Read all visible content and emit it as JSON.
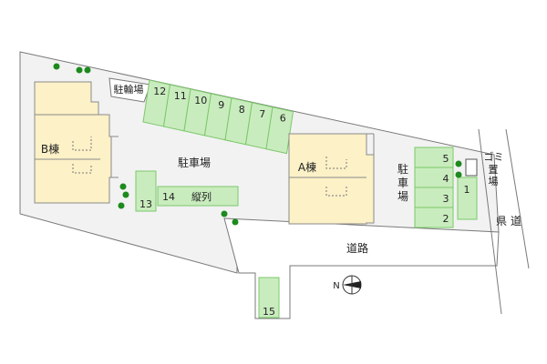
{
  "buildings": {
    "a_label": "A棟",
    "b_label": "B棟"
  },
  "labels": {
    "bicycle_parking": "駐輪場",
    "parking_main": "駐車場",
    "parking_right_chars": [
      "駐",
      "車",
      "場"
    ],
    "garbage_chars": [
      "ゴ",
      "ミ",
      "置",
      "場"
    ],
    "tandem": "縦列",
    "road": "道路",
    "prefectural_road_chars": [
      "県",
      "道"
    ],
    "compass_n": "N"
  },
  "parking_spaces": {
    "top_row": [
      "12",
      "11",
      "10",
      "9",
      "8",
      "7",
      "6"
    ],
    "right_stack": [
      "5",
      "4",
      "3",
      "2"
    ],
    "single_right": "1",
    "left_vertical": "13",
    "horizontal": "14",
    "bottom": "15"
  },
  "colors": {
    "parking_fill": "#c9ecbe",
    "parking_stroke": "#7bc86a",
    "building_fill": "#fcf1c7",
    "building_stroke": "#8a8a8a",
    "site_fill": "#f2f2f2",
    "site_stroke": "#7a7a7a",
    "tree": "#1d8a1d"
  }
}
